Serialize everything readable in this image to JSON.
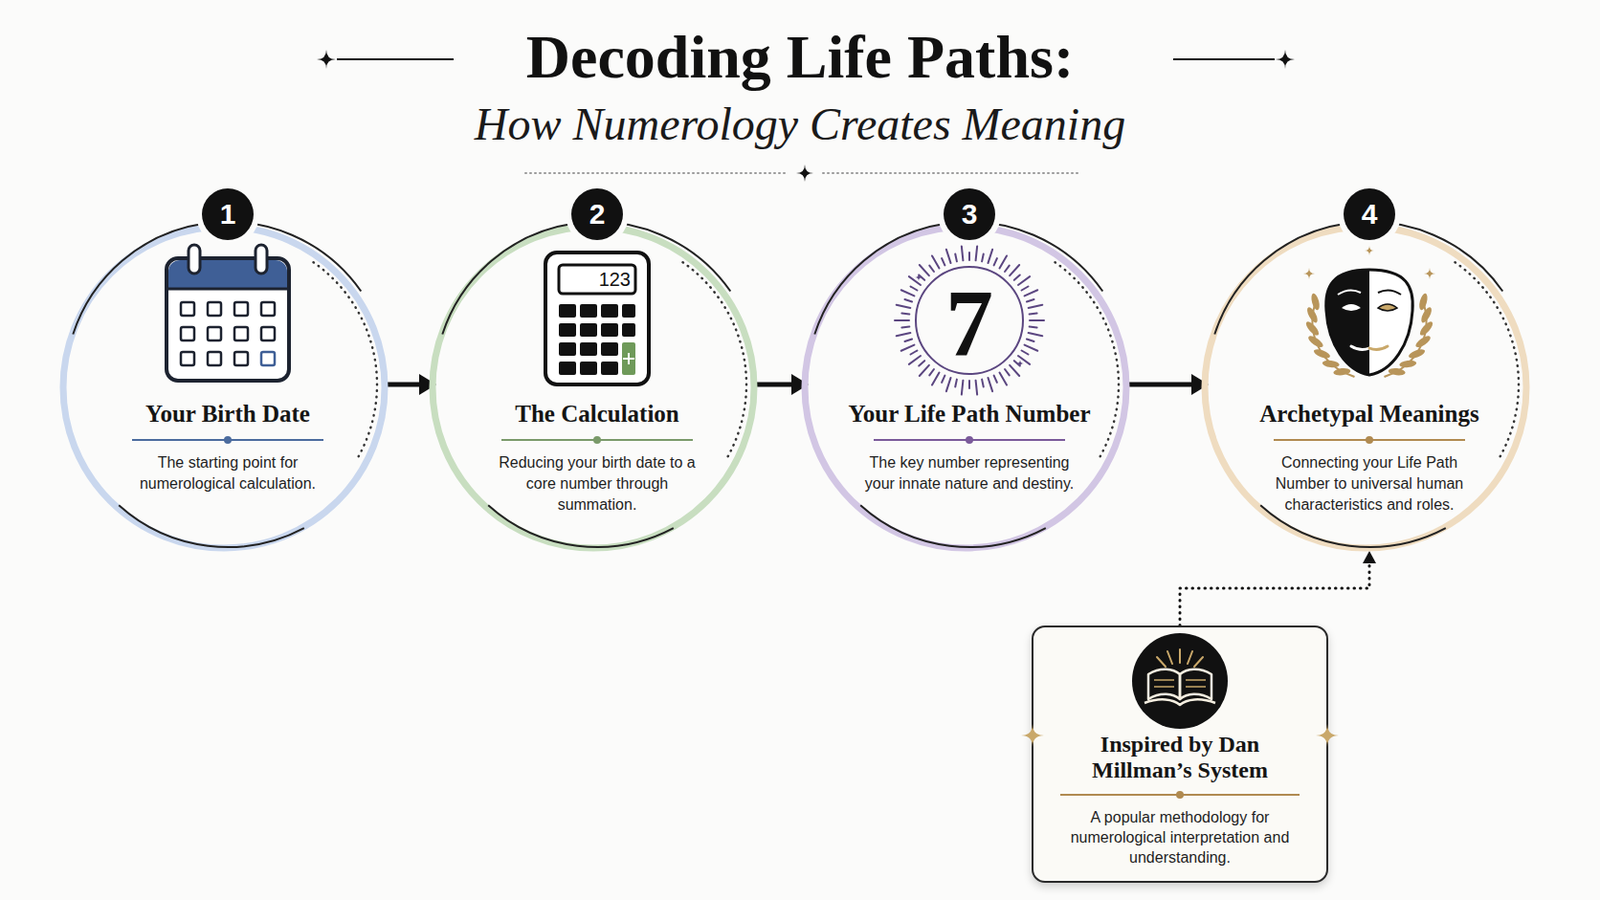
{
  "diagram": {
    "title": "Decoding Life Paths:",
    "nodes": [
      {
        "text": [
          "1"
        ]
      },
      {
        "text": [
          "Your Birth Date",
          "The starting point for numerological calculation."
        ]
      },
      {
        "text": [
          "2"
        ]
      },
      {
        "text": [
          "The Calculation",
          "Reducing your birth date to a core number through summation."
        ]
      },
      {
        "text": [
          "3"
        ]
      },
      {
        "text": [
          "Your Life Path Number",
          "The key number representing your innate nature and destiny."
        ]
      },
      {
        "text": [
          "4"
        ]
      },
      {
        "text": [
          "Archetypal Meanings",
          "Connecting your Life Path Number to universal human characteristics and roles."
        ]
      },
      {
        "text": [
          "Inspired by Dan Millman’s System",
          "A popular methodology for numerological interpretation and understanding."
        ]
      }
    ],
    "edges": [
      {
        "from": 1,
        "to": 3,
        "arrow": "to"
      },
      {
        "from": 3,
        "to": 5,
        "arrow": "to"
      },
      {
        "from": 5,
        "to": 7,
        "arrow": "to"
      },
      {
        "from": 8,
        "to": 7,
        "arrow": "to"
      }
    ],
    "labels": [
      "How Numerology Creates Meaning",
      "123",
      "7"
    ]
  }
}
